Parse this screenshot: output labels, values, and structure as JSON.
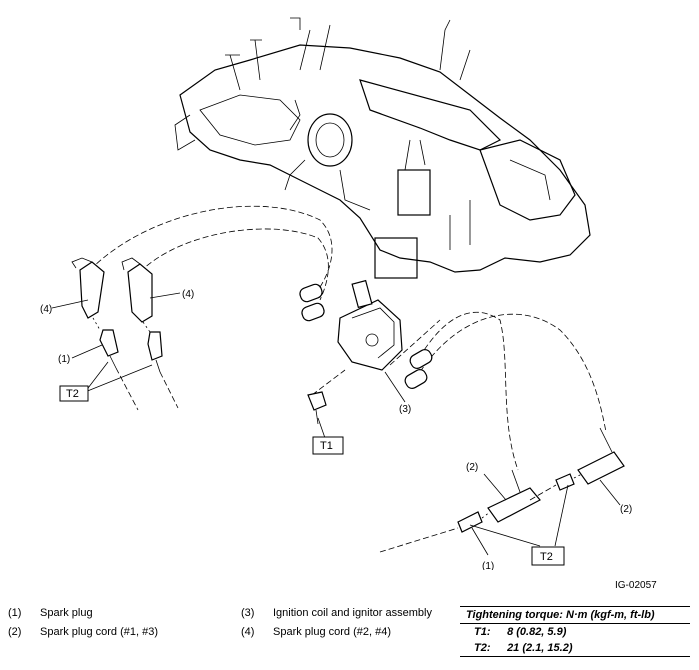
{
  "callouts": {
    "c4_left": "(4)",
    "c4_mid": "(4)",
    "c1_left": "(1)",
    "c3": "(3)",
    "c2_lower": "(2)",
    "c2_right": "(2)",
    "c1_lower": "(1)"
  },
  "torque_boxes": {
    "t2_left": "T2",
    "t1": "T1",
    "t2_right": "T2"
  },
  "figure_id": "IG-02057",
  "legend": [
    {
      "num": "(1)",
      "label": "Spark plug"
    },
    {
      "num": "(2)",
      "label": "Spark plug cord (#1, #3)"
    },
    {
      "num": "(3)",
      "label": "Ignition coil and ignitor assembly"
    },
    {
      "num": "(4)",
      "label": "Spark plug cord (#2, #4)"
    }
  ],
  "torque_table": {
    "heading": "Tightening torque: N·m (kgf-m, ft-lb)",
    "rows": [
      {
        "key": "T1:",
        "value": "8 (0.82, 5.9)"
      },
      {
        "key": "T2:",
        "value": "21 (2.1, 15.2)"
      }
    ]
  }
}
